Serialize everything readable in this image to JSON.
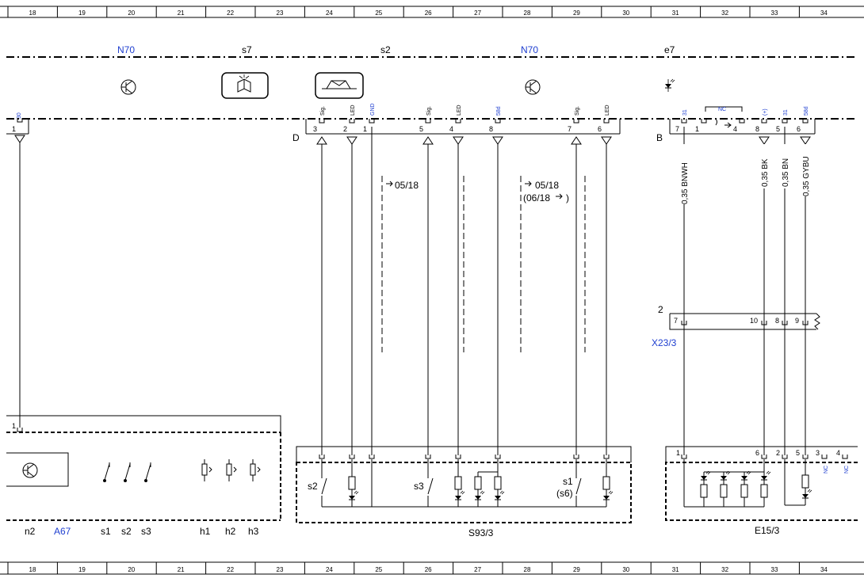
{
  "grid_columns": [
    "18",
    "19",
    "20",
    "21",
    "22",
    "23",
    "24",
    "25",
    "26",
    "27",
    "28",
    "29",
    "30",
    "31",
    "32",
    "33",
    "34"
  ],
  "colors": {
    "blue": "#1f3fd0",
    "line": "#000000"
  },
  "top_labels": {
    "n70_left": "N70",
    "s7": "s7",
    "s2": "s2",
    "n70_right": "N70",
    "e7": "e7"
  },
  "left_connector": {
    "terminal": "30",
    "pin_top": "1",
    "pin_bottom": "1"
  },
  "connector_d": {
    "label": "D",
    "pins": [
      {
        "num": "3",
        "sig": "Sig."
      },
      {
        "num": "2",
        "sig": "LED"
      },
      {
        "num": "1",
        "sig": "GND"
      },
      {
        "num": "5",
        "sig": "Sig."
      },
      {
        "num": "4",
        "sig": "LED"
      },
      {
        "num": "8",
        "sig": "58d"
      },
      {
        "num": "7",
        "sig": "Sig."
      },
      {
        "num": "6",
        "sig": "LED"
      }
    ]
  },
  "connector_b": {
    "label": "B",
    "pins": [
      {
        "num": "7",
        "sig": "31"
      },
      {
        "num": "1",
        "sig": ""
      },
      {
        "num": "4",
        "sig": ""
      },
      {
        "num": "8",
        "sig": "(+)"
      },
      {
        "num": "5",
        "sig": "31"
      },
      {
        "num": "6",
        "sig": "58d"
      }
    ],
    "nc_label": "NC"
  },
  "variant_notes": {
    "left": "05/18",
    "right_1": "05/18",
    "right_2": "(06/18",
    "right_2_close": ")"
  },
  "wires": [
    "0,35 BNWH",
    "0,35 BK",
    "0,35 BN",
    "0,35 GYBU"
  ],
  "x23": {
    "label": "X23/3",
    "num": "2",
    "pins": [
      "7",
      "10",
      "8",
      "9"
    ]
  },
  "a67_block": {
    "pin": "1"
  },
  "bottom_labels": {
    "n2": "n2",
    "a67": "A67",
    "s1": "s1",
    "s2": "s2",
    "s3": "s3",
    "h1": "h1",
    "h2": "h2",
    "h3": "h3",
    "s93": "S93/3",
    "e15": "E15/3"
  },
  "s93_switches": {
    "s2": "s2",
    "s3": "s3",
    "s1": "s1",
    "s6": "(s6)"
  },
  "e15_pins": {
    "p1": "1",
    "p6": "6",
    "p2": "2",
    "p5": "5",
    "p3": "3",
    "p4": "4",
    "nc": "NC"
  }
}
